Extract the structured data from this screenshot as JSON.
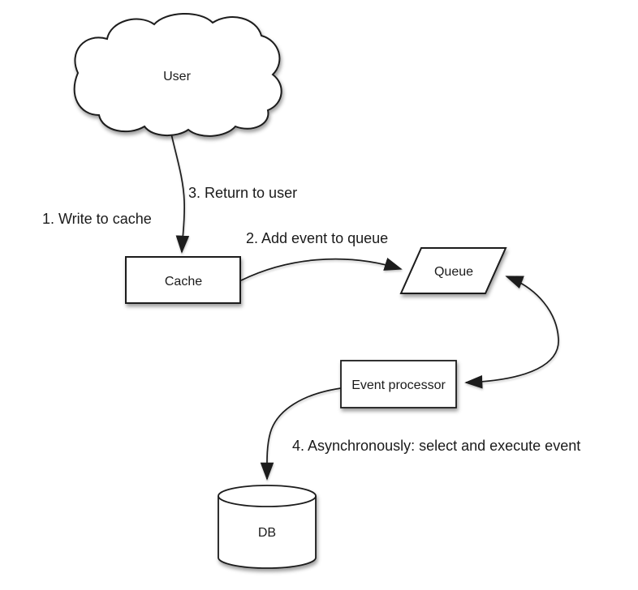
{
  "diagram": {
    "type": "flow-diagram",
    "background_color": "#ffffff",
    "stroke_color": "#1a1a1a",
    "node_fill_color": "#ffffff",
    "nodes": {
      "user": {
        "label": "User",
        "shape": "cloud"
      },
      "cache": {
        "label": "Cache",
        "shape": "rectangle"
      },
      "queue": {
        "label": "Queue",
        "shape": "parallelogram"
      },
      "event_processor": {
        "label": "Event processor",
        "shape": "rectangle"
      },
      "db": {
        "label": "DB",
        "shape": "cylinder"
      }
    },
    "edges": [
      {
        "from": "user",
        "to": "cache",
        "direction": "one-way"
      },
      {
        "from": "cache",
        "to": "queue",
        "direction": "one-way"
      },
      {
        "from": "queue",
        "to": "event_processor",
        "direction": "two-way"
      },
      {
        "from": "event_processor",
        "to": "db",
        "direction": "one-way"
      }
    ],
    "annotations": {
      "step1": "1. Write to cache",
      "step2": "2. Add event to queue",
      "step3": "3. Return to user",
      "step4": "4. Asynchronously: select and execute event"
    }
  }
}
